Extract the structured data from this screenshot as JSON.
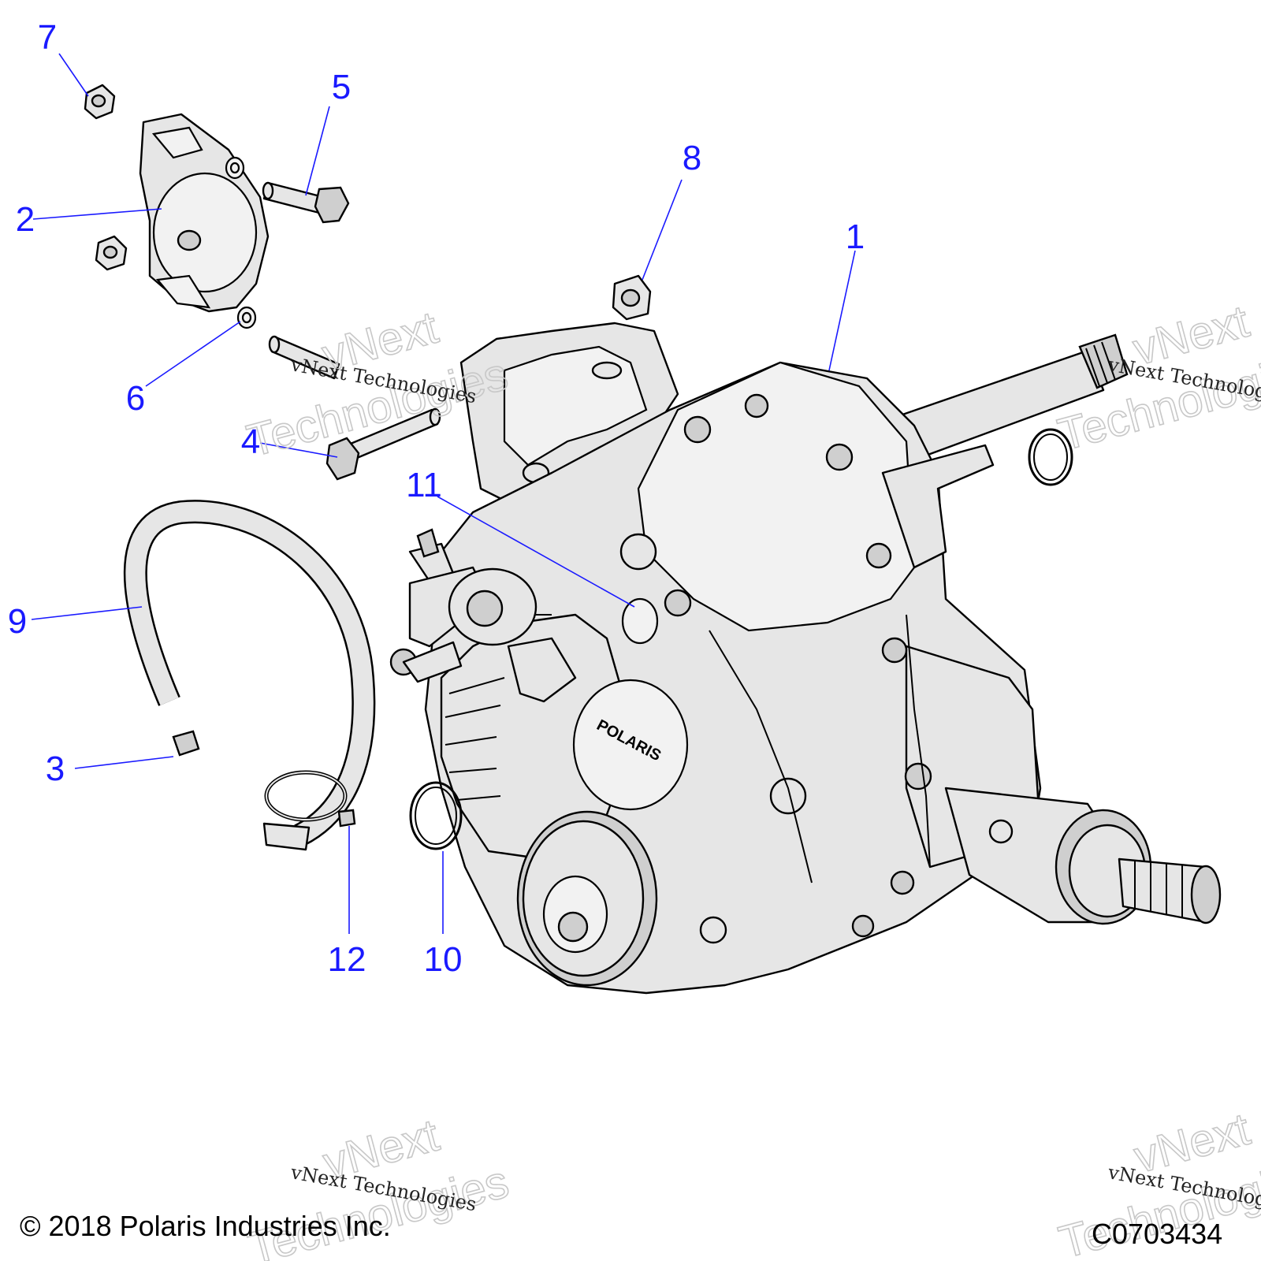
{
  "callouts": [
    {
      "id": "1",
      "label": "1"
    },
    {
      "id": "2",
      "label": "2"
    },
    {
      "id": "3",
      "label": "3"
    },
    {
      "id": "4",
      "label": "4"
    },
    {
      "id": "5",
      "label": "5"
    },
    {
      "id": "6",
      "label": "6"
    },
    {
      "id": "7",
      "label": "7"
    },
    {
      "id": "8",
      "label": "8"
    },
    {
      "id": "9",
      "label": "9"
    },
    {
      "id": "10",
      "label": "10"
    },
    {
      "id": "11",
      "label": "11"
    },
    {
      "id": "12",
      "label": "12"
    }
  ],
  "watermark": {
    "line1": "vNext",
    "line2": "Technologies",
    "small": "vNext Technologies"
  },
  "housing_logo": "POLARIS",
  "footer": {
    "copyright": "© 2018 Polaris Industries Inc.",
    "diagram_code": "C0703434"
  },
  "colors": {
    "callout": "#1a1aff",
    "part_fill": "#e6e6e6"
  }
}
